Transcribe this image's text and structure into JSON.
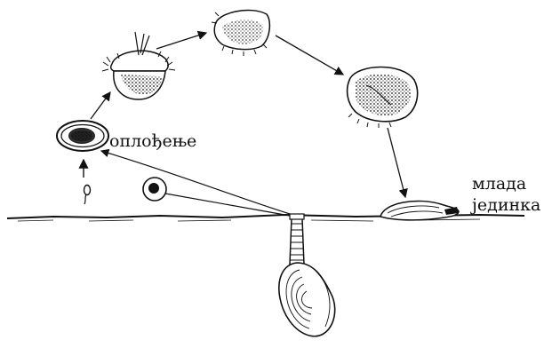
{
  "labels": {
    "fertilization": "оплођење",
    "young_line1": "млада",
    "young_line2": "јединка"
  },
  "colors": {
    "ink": "#111111",
    "background": "#ffffff"
  }
}
